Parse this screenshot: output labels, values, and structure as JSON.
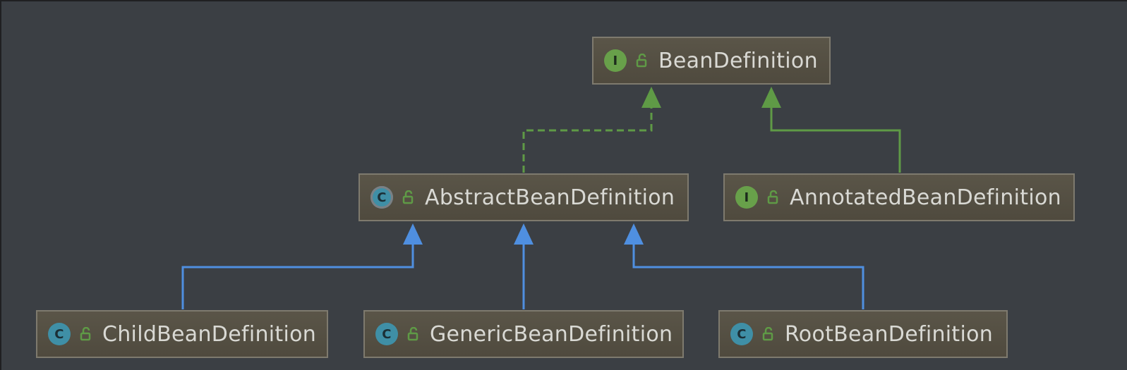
{
  "diagram": {
    "nodes": [
      {
        "id": "bean-definition",
        "kind": "interface",
        "badge": "I",
        "label": "BeanDefinition"
      },
      {
        "id": "abstract-bean-definition",
        "kind": "abstract-class",
        "badge": "C",
        "label": "AbstractBeanDefinition"
      },
      {
        "id": "annotated-bean-definition",
        "kind": "interface",
        "badge": "I",
        "label": "AnnotatedBeanDefinition"
      },
      {
        "id": "child-bean-definition",
        "kind": "class",
        "badge": "C",
        "label": "ChildBeanDefinition"
      },
      {
        "id": "generic-bean-definition",
        "kind": "class",
        "badge": "C",
        "label": "GenericBeanDefinition"
      },
      {
        "id": "root-bean-definition",
        "kind": "class",
        "badge": "C",
        "label": "RootBeanDefinition"
      }
    ],
    "edges": [
      {
        "from": "abstract-bean-definition",
        "to": "bean-definition",
        "type": "implements",
        "style": "dashed",
        "color": "#5f9a46"
      },
      {
        "from": "annotated-bean-definition",
        "to": "bean-definition",
        "type": "extends",
        "style": "solid",
        "color": "#5f9a46"
      },
      {
        "from": "child-bean-definition",
        "to": "abstract-bean-definition",
        "type": "extends",
        "style": "solid",
        "color": "#4f8fe0"
      },
      {
        "from": "generic-bean-definition",
        "to": "abstract-bean-definition",
        "type": "extends",
        "style": "solid",
        "color": "#4f8fe0"
      },
      {
        "from": "root-bean-definition",
        "to": "abstract-bean-definition",
        "type": "extends",
        "style": "solid",
        "color": "#4f8fe0"
      }
    ],
    "lock_icon_color": "#5f9a46"
  }
}
